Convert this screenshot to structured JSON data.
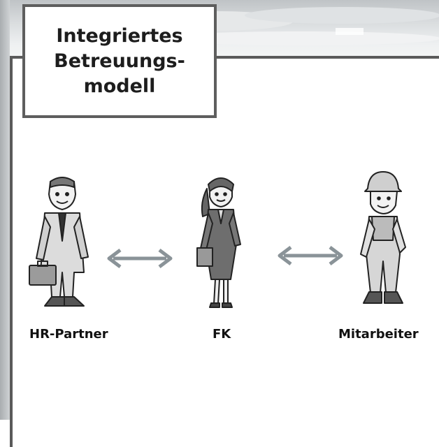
{
  "title": "Integriertes\nBetreuungs-\nmodell",
  "roles": {
    "left": "HR-Partner",
    "center": "FK",
    "right": "Mitarbeiter"
  },
  "icons": {
    "left": "businessman-with-briefcase-icon",
    "center": "businesswoman-with-folder-icon",
    "right": "worker-with-hard-hat-icon",
    "arrows": "double-arrow-icon"
  },
  "colors": {
    "frame": "#5a5a5a",
    "arrow": "#8a9398",
    "text": "#1d1d1d"
  }
}
